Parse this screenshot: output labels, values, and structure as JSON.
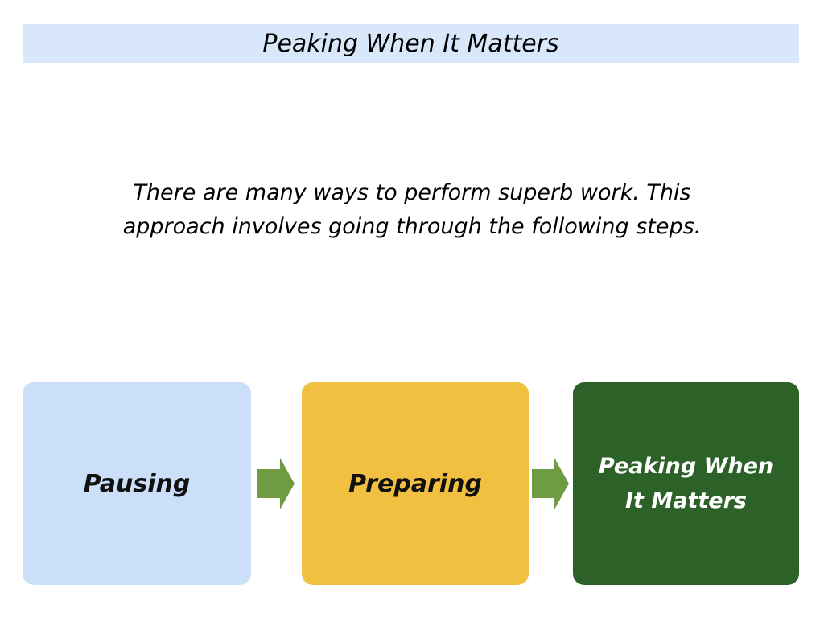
{
  "title_bar": {
    "text": "Peaking When It Matters",
    "background": "#d9e7fb",
    "text_color": "#000000"
  },
  "intro": {
    "lines": [
      "There are many ways to perform superb work. This",
      "approach involves going through the following steps."
    ],
    "text_color": "#000000"
  },
  "steps": [
    {
      "label": "Pausing",
      "background": "#cbdff8",
      "text_color": "#111111"
    },
    {
      "label": "Preparing",
      "background": "#f2c041",
      "text_color": "#111111"
    },
    {
      "label": "Peaking When It Matters",
      "background": "#2c6127",
      "text_color": "#ffffff"
    }
  ],
  "arrow": {
    "name": "right-block-arrow",
    "color": "#6f9c43"
  }
}
